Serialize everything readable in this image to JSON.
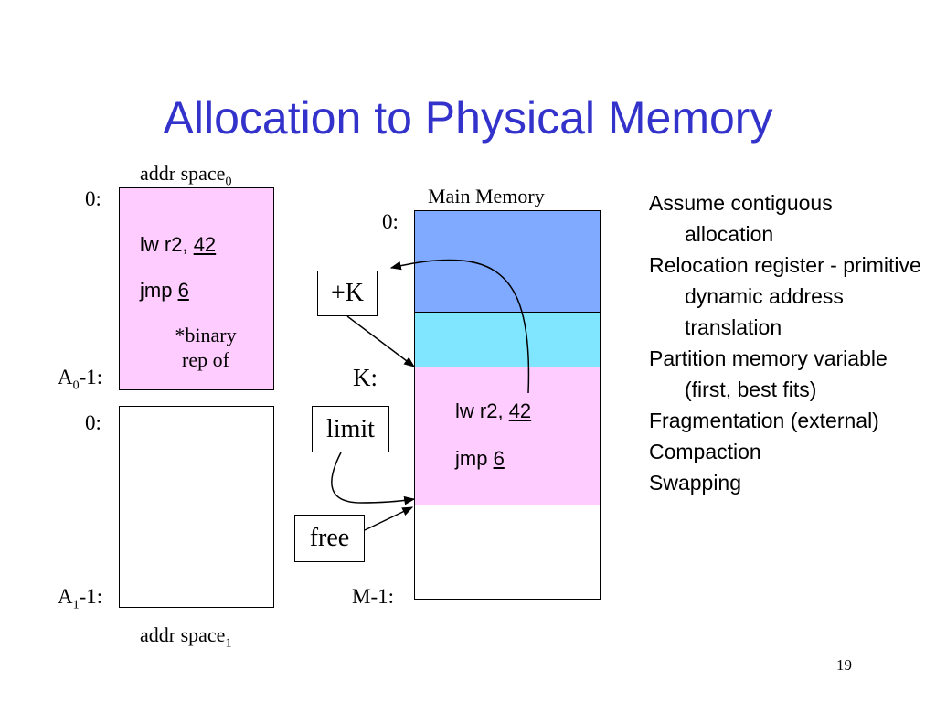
{
  "title": "Allocation to Physical Memory",
  "addr_space0": {
    "label": "addr space",
    "sub": "0",
    "start": "0:",
    "end_prefix": "A",
    "end_sub": "0",
    "end_suffix": "-1:"
  },
  "addr_space1": {
    "label": "addr space",
    "sub": "1",
    "start": "0:",
    "end_prefix": "A",
    "end_sub": "1",
    "end_suffix": "-1:"
  },
  "code": {
    "line1_prefix": "lw r2, ",
    "line1_value": "42",
    "line2_prefix": "jmp ",
    "line2_value": "6"
  },
  "note": {
    "line1": "*binary",
    "line2": "rep of"
  },
  "main_memory": {
    "label": "Main Memory",
    "start": "0:",
    "k_label": "K:",
    "end": "M-1:"
  },
  "tags": {
    "plus_k": "+K",
    "limit": "limit",
    "free": "free"
  },
  "bullets": [
    "Assume contiguous allocation",
    "Relocation  register - primitive dynamic address translation",
    "Partition memory variable (first, best fits)",
    "Fragmentation (external)",
    "Compaction",
    "Swapping"
  ],
  "page_number": "19",
  "colors": {
    "title": "#3333cc",
    "pink": "#ffccff",
    "blue": "#80aaff",
    "cyan": "#80e6ff"
  }
}
